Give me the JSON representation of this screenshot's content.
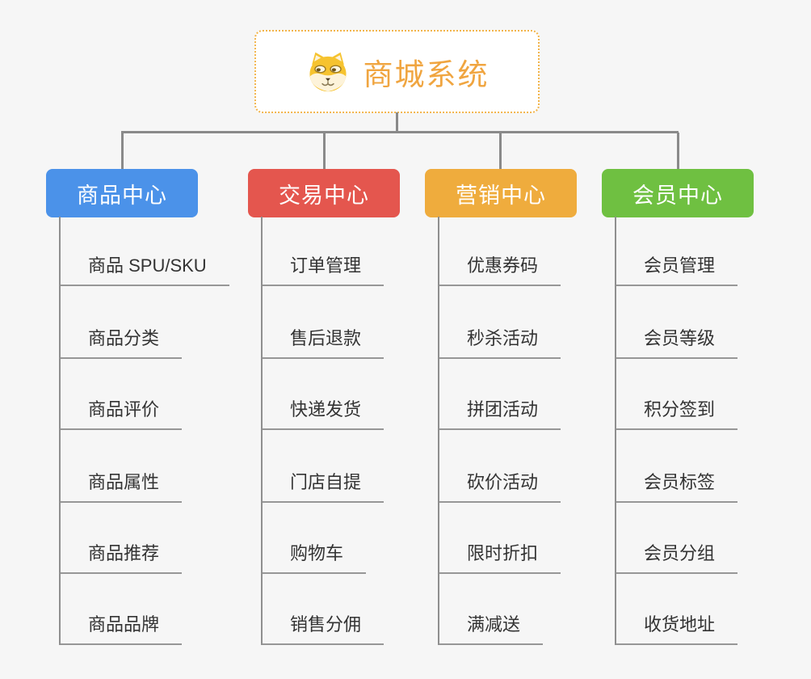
{
  "root": {
    "title": "商城系统",
    "icon": "dog-face-icon",
    "title_color": "#f0a540",
    "border_color": "#f2b44a"
  },
  "palette": {
    "background": "#f6f6f6",
    "connector_gray": "#8a8a8a",
    "underline_gray": "#979797",
    "leaf_text": "#333333"
  },
  "branches": [
    {
      "label": "商品中心",
      "color": "#4b92e9",
      "children": [
        "商品 SPU/SKU",
        "商品分类",
        "商品评价",
        "商品属性",
        "商品推荐",
        "商品品牌"
      ]
    },
    {
      "label": "交易中心",
      "color": "#e4564e",
      "children": [
        "订单管理",
        "售后退款",
        "快递发货",
        "门店自提",
        "购物车",
        "销售分佣"
      ]
    },
    {
      "label": "营销中心",
      "color": "#efac3d",
      "children": [
        "优惠券码",
        "秒杀活动",
        "拼团活动",
        "砍价活动",
        "限时折扣",
        "满减送"
      ]
    },
    {
      "label": "会员中心",
      "color": "#6fc041",
      "children": [
        "会员管理",
        "会员等级",
        "积分签到",
        "会员标签",
        "会员分组",
        "收货地址"
      ]
    }
  ]
}
